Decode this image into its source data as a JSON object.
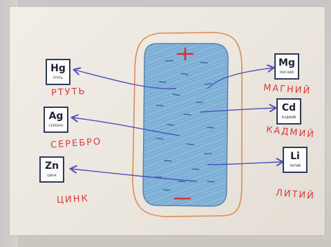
{
  "elements": [
    {
      "symbol": "Hg",
      "name": "РТУТЬ",
      "label": "РТУТЬ"
    },
    {
      "symbol": "Ag",
      "name": "СЕРЕБРО",
      "label": "СЕРЕБРО"
    },
    {
      "symbol": "Zn",
      "name": "ЦИНК",
      "label": "ЦИНК"
    },
    {
      "symbol": "Mg",
      "name": "МАГНИЙ",
      "label": "МАГНИЙ"
    },
    {
      "symbol": "Cd",
      "name": "КАДМИЙ",
      "label": "КАДМИЙ"
    },
    {
      "symbol": "Li",
      "name": "ЛИТИЙ",
      "label": "ЛИТИЙ"
    }
  ],
  "cell": {
    "top_sign": "+",
    "bottom_sign": "−"
  },
  "colors": {
    "paper": "#ece7df",
    "cell_fill": "#7eaed3",
    "outline": "#e08a4e",
    "arrow": "#4b4fb6",
    "label_red": "#d83a3a",
    "box_border": "#2f3a55"
  }
}
